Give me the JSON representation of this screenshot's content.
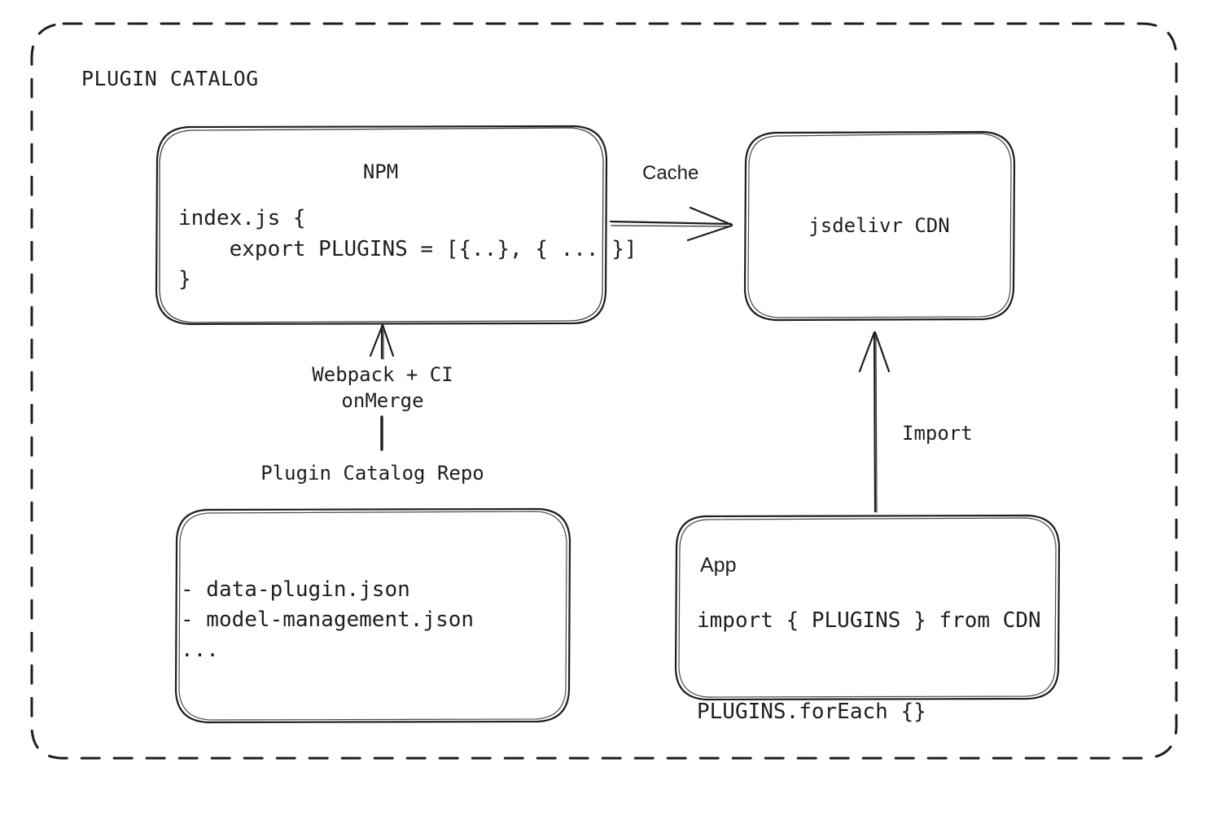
{
  "diagram": {
    "group_title": "PLUGIN CATALOG",
    "nodes": {
      "npm": {
        "title": "NPM",
        "code": "index.js {\n    export PLUGINS = [{..}, { ... }]\n}"
      },
      "cdn": {
        "title": "jsdelivr CDN"
      },
      "repo": {
        "title": "Plugin Catalog Repo",
        "items": "- data-plugin.json\n- model-management.json\n..."
      },
      "app": {
        "title": "App",
        "code": "import { PLUGINS } from CDN\n\nPLUGINS.forEach {}"
      }
    },
    "edges": {
      "cache": "Cache",
      "webpack": "Webpack + CI\nonMerge",
      "import": "Import"
    },
    "colors": {
      "stroke": "#1e1e1e",
      "background": "#ffffff"
    }
  }
}
